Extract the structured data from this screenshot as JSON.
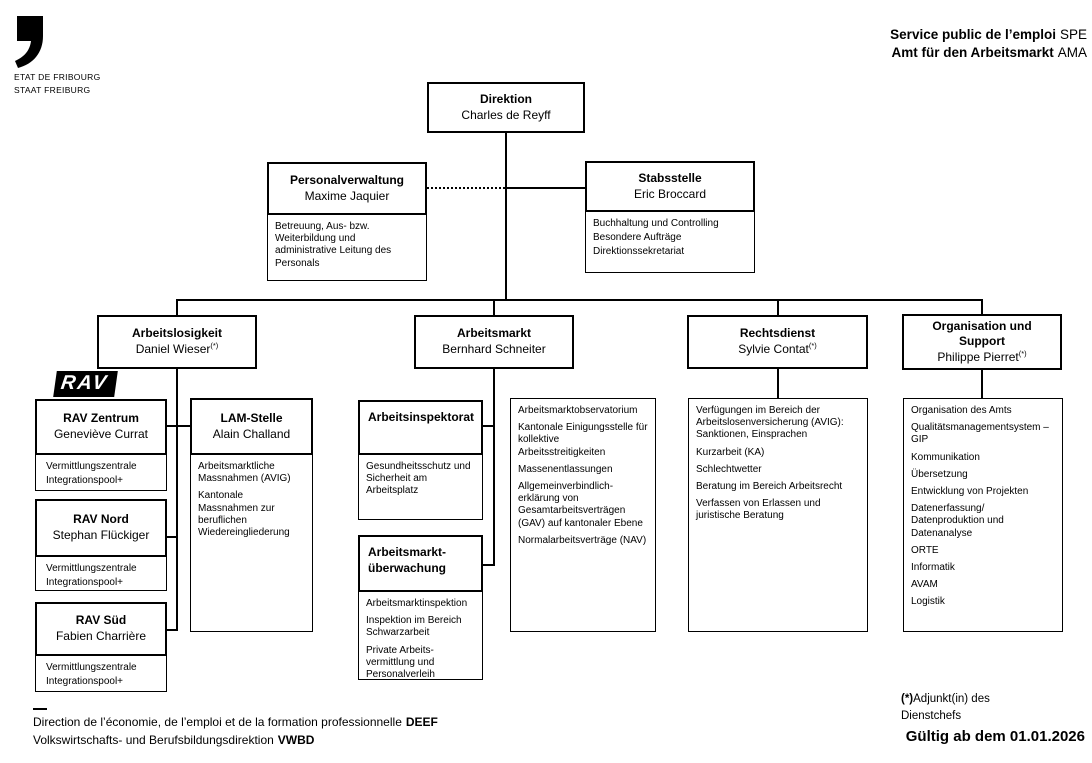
{
  "logo": {
    "org_fr": "ETAT DE FRIBOURG",
    "org_de": "STAAT FREIBURG"
  },
  "letterhead": {
    "fr_name": "Service public de l’emploi",
    "fr_abbr": "SPE",
    "de_name": "Amt für den Arbeitsmarkt",
    "de_abbr": "AMA"
  },
  "boxes": {
    "direktion": {
      "title": "Direktion",
      "person": "Charles de Reyff"
    },
    "personalverwaltung": {
      "title": "Personalverwaltung",
      "person": "Maxime Jaquier",
      "task": "Betreuung, Aus- bzw. Weiterbildung und administrative Leitung des Personals"
    },
    "stabsstelle": {
      "title": "Stabsstelle",
      "person": "Eric Broccard",
      "tasks": [
        "Buchhaltung und Controlling",
        "Besondere Aufträge",
        "Direktionssekretariat"
      ]
    },
    "arbeitslosigkeit": {
      "title": "Arbeitslosigkeit",
      "person": "Daniel Wieser",
      "sup": "(*)"
    },
    "arbeitsmarkt": {
      "title": "Arbeitsmarkt",
      "person": "Bernhard Schneiter"
    },
    "rechtsdienst": {
      "title": "Rechtsdienst",
      "person": "Sylvie Contat",
      "sup": "(*)"
    },
    "organisation": {
      "title": "Organisation und Support",
      "person": "Philippe Pierret",
      "sup": "(*)"
    },
    "rav_zentrum": {
      "title": "RAV Zentrum",
      "person": "Geneviève Currat",
      "tasks": [
        "Vermittlungszentrale",
        "Integrationspool+"
      ]
    },
    "rav_nord": {
      "title": "RAV Nord",
      "person": "Stephan Flückiger",
      "tasks": [
        "Vermittlungszentrale",
        "Integrationspool+"
      ]
    },
    "rav_sued": {
      "title": "RAV Süd",
      "person": "Fabien Charrière",
      "tasks": [
        "Vermittlungszentrale",
        "Integrationspool+"
      ]
    },
    "lam": {
      "title": "LAM-Stelle",
      "person": "Alain Challand",
      "tasks": [
        "Arbeitsmarktliche Massnahmen (AVIG)",
        "Kantonale Massnahmen zur beruflichen Wiedereingliederung"
      ]
    },
    "inspektorat": {
      "title": "Arbeitsinspektorat",
      "tasks": [
        "Gesundheitsschutz und Sicherheit am Arbeitsplatz"
      ]
    },
    "ueberwachung": {
      "title": "Arbeitsmarkt-überwachung",
      "tasks": [
        "Arbeitsmarktinspektion",
        "Inspektion im Bereich Schwarzarbeit",
        "Private Arbeits-vermittlung und Personalverleih"
      ]
    }
  },
  "lists": {
    "arbeitsmarkt": [
      "Arbeitsmarktobservatorium",
      "Kantonale Einigungsstelle für kollektive Arbeitsstreitigkeiten",
      "Massenentlassungen",
      "Allgemeinverbindlich-erklärung von Gesamtarbeitsverträgen (GAV) auf kantonaler Ebene",
      "Normalarbeitsverträge (NAV)"
    ],
    "rechtsdienst": [
      "Verfügungen im Bereich der Arbeitslosenversicherung (AVIG): Sanktionen, Einsprachen",
      "Kurzarbeit (KA)",
      "Schlechtwetter",
      "Beratung im Bereich Arbeitsrecht",
      "Verfassen von Erlassen und juristische Beratung"
    ],
    "organisation": [
      "Organisation des Amts",
      "Qualitätsmanagementsystem – GIP",
      "Kommunikation",
      "Übersetzung",
      "Entwicklung von Projekten",
      "Datenerfassung/ Datenproduktion und Datenanalyse",
      "ORTE",
      "Informatik",
      "AVAM",
      "Logistik"
    ]
  },
  "rav_logo": "RAV",
  "footnote": {
    "sup": "(*)",
    "line1": "Adjunkt(in) des",
    "line2": "Dienstchefs"
  },
  "validity": "Gültig ab dem 01.01.2026",
  "footer": {
    "fr": "Direction de l’économie, de l’emploi et de la formation professionnelle",
    "fr_abbr": "DEEF",
    "de": "Volkswirtschafts- und Berufsbildungsdirektion",
    "de_abbr": "VWBD"
  }
}
